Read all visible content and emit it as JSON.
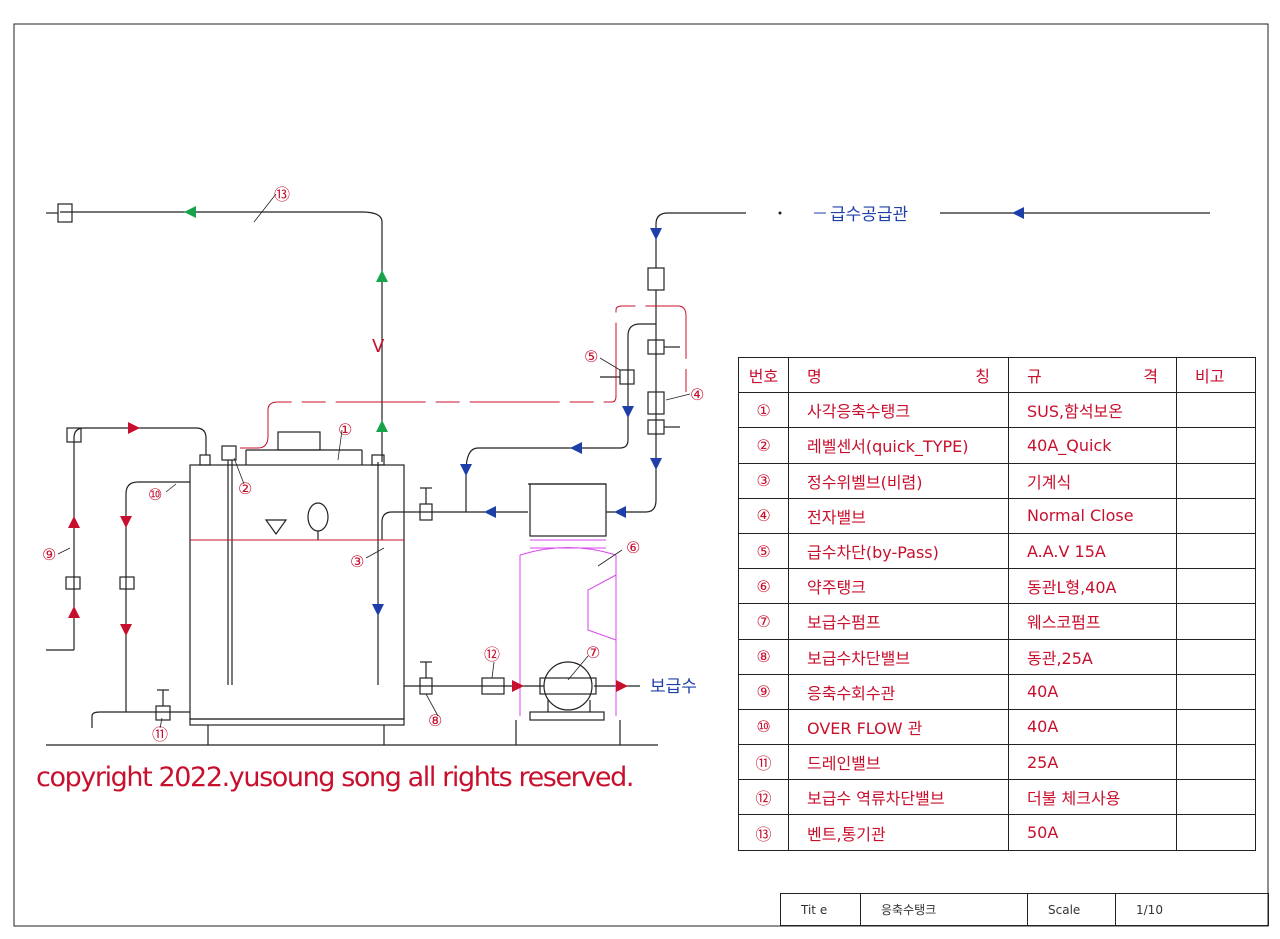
{
  "diagram": {
    "supply_line_label": "급수공급관",
    "makeup_water_label": "보급수",
    "vent_marker": "V",
    "callouts": [
      "①",
      "②",
      "③",
      "④",
      "⑤",
      "⑥",
      "⑦",
      "⑧",
      "⑨",
      "⑩",
      "⑪",
      "⑫",
      "⑬"
    ],
    "colors": {
      "red": "#c8102e",
      "blue": "#1e3fa8",
      "green": "#16a34a",
      "pink": "#d946ef",
      "line": "#222222"
    }
  },
  "parts_table": {
    "headers": {
      "no": "번호",
      "name_a": "명",
      "name_b": "칭",
      "spec_a": "규",
      "spec_b": "격",
      "note": "비고"
    },
    "rows": [
      {
        "no": "①",
        "name": "사각응축수탱크",
        "spec": "SUS,함석보온",
        "note": ""
      },
      {
        "no": "②",
        "name": "레벨센서(quick_TYPE)",
        "spec": "40A_Quick",
        "note": ""
      },
      {
        "no": "③",
        "name": "정수위벨브(비렴)",
        "spec": "기계식",
        "note": ""
      },
      {
        "no": "④",
        "name": "전자밸브",
        "spec": "Normal Close",
        "note": ""
      },
      {
        "no": "⑤",
        "name": "급수차단(by-Pass)",
        "spec": "A.A.V 15A",
        "note": ""
      },
      {
        "no": "⑥",
        "name": "약주탱크",
        "spec": "동관L형,40A",
        "note": ""
      },
      {
        "no": "⑦",
        "name": "보급수펌프",
        "spec": "웨스코펌프",
        "note": ""
      },
      {
        "no": "⑧",
        "name": "보급수차단밸브",
        "spec": "동관,25A",
        "note": ""
      },
      {
        "no": "⑨",
        "name": "응축수회수관",
        "spec": "40A",
        "note": ""
      },
      {
        "no": "⑩",
        "name": "OVER FLOW 관",
        "spec": "40A",
        "note": ""
      },
      {
        "no": "⑪",
        "name": "드레인밸브",
        "spec": "25A",
        "note": ""
      },
      {
        "no": "⑫",
        "name": "보급수 역류차단밸브",
        "spec": "더불 체크사용",
        "note": ""
      },
      {
        "no": "⑬",
        "name": "벤트,통기관",
        "spec": "50A",
        "note": ""
      }
    ]
  },
  "title_block": {
    "title_label": "Tit e",
    "title_value": "응축수탱크",
    "scale_label": "Scale",
    "scale_value": "1/10"
  },
  "copyright": "copyright 2022.yusoung song all rights reserved."
}
